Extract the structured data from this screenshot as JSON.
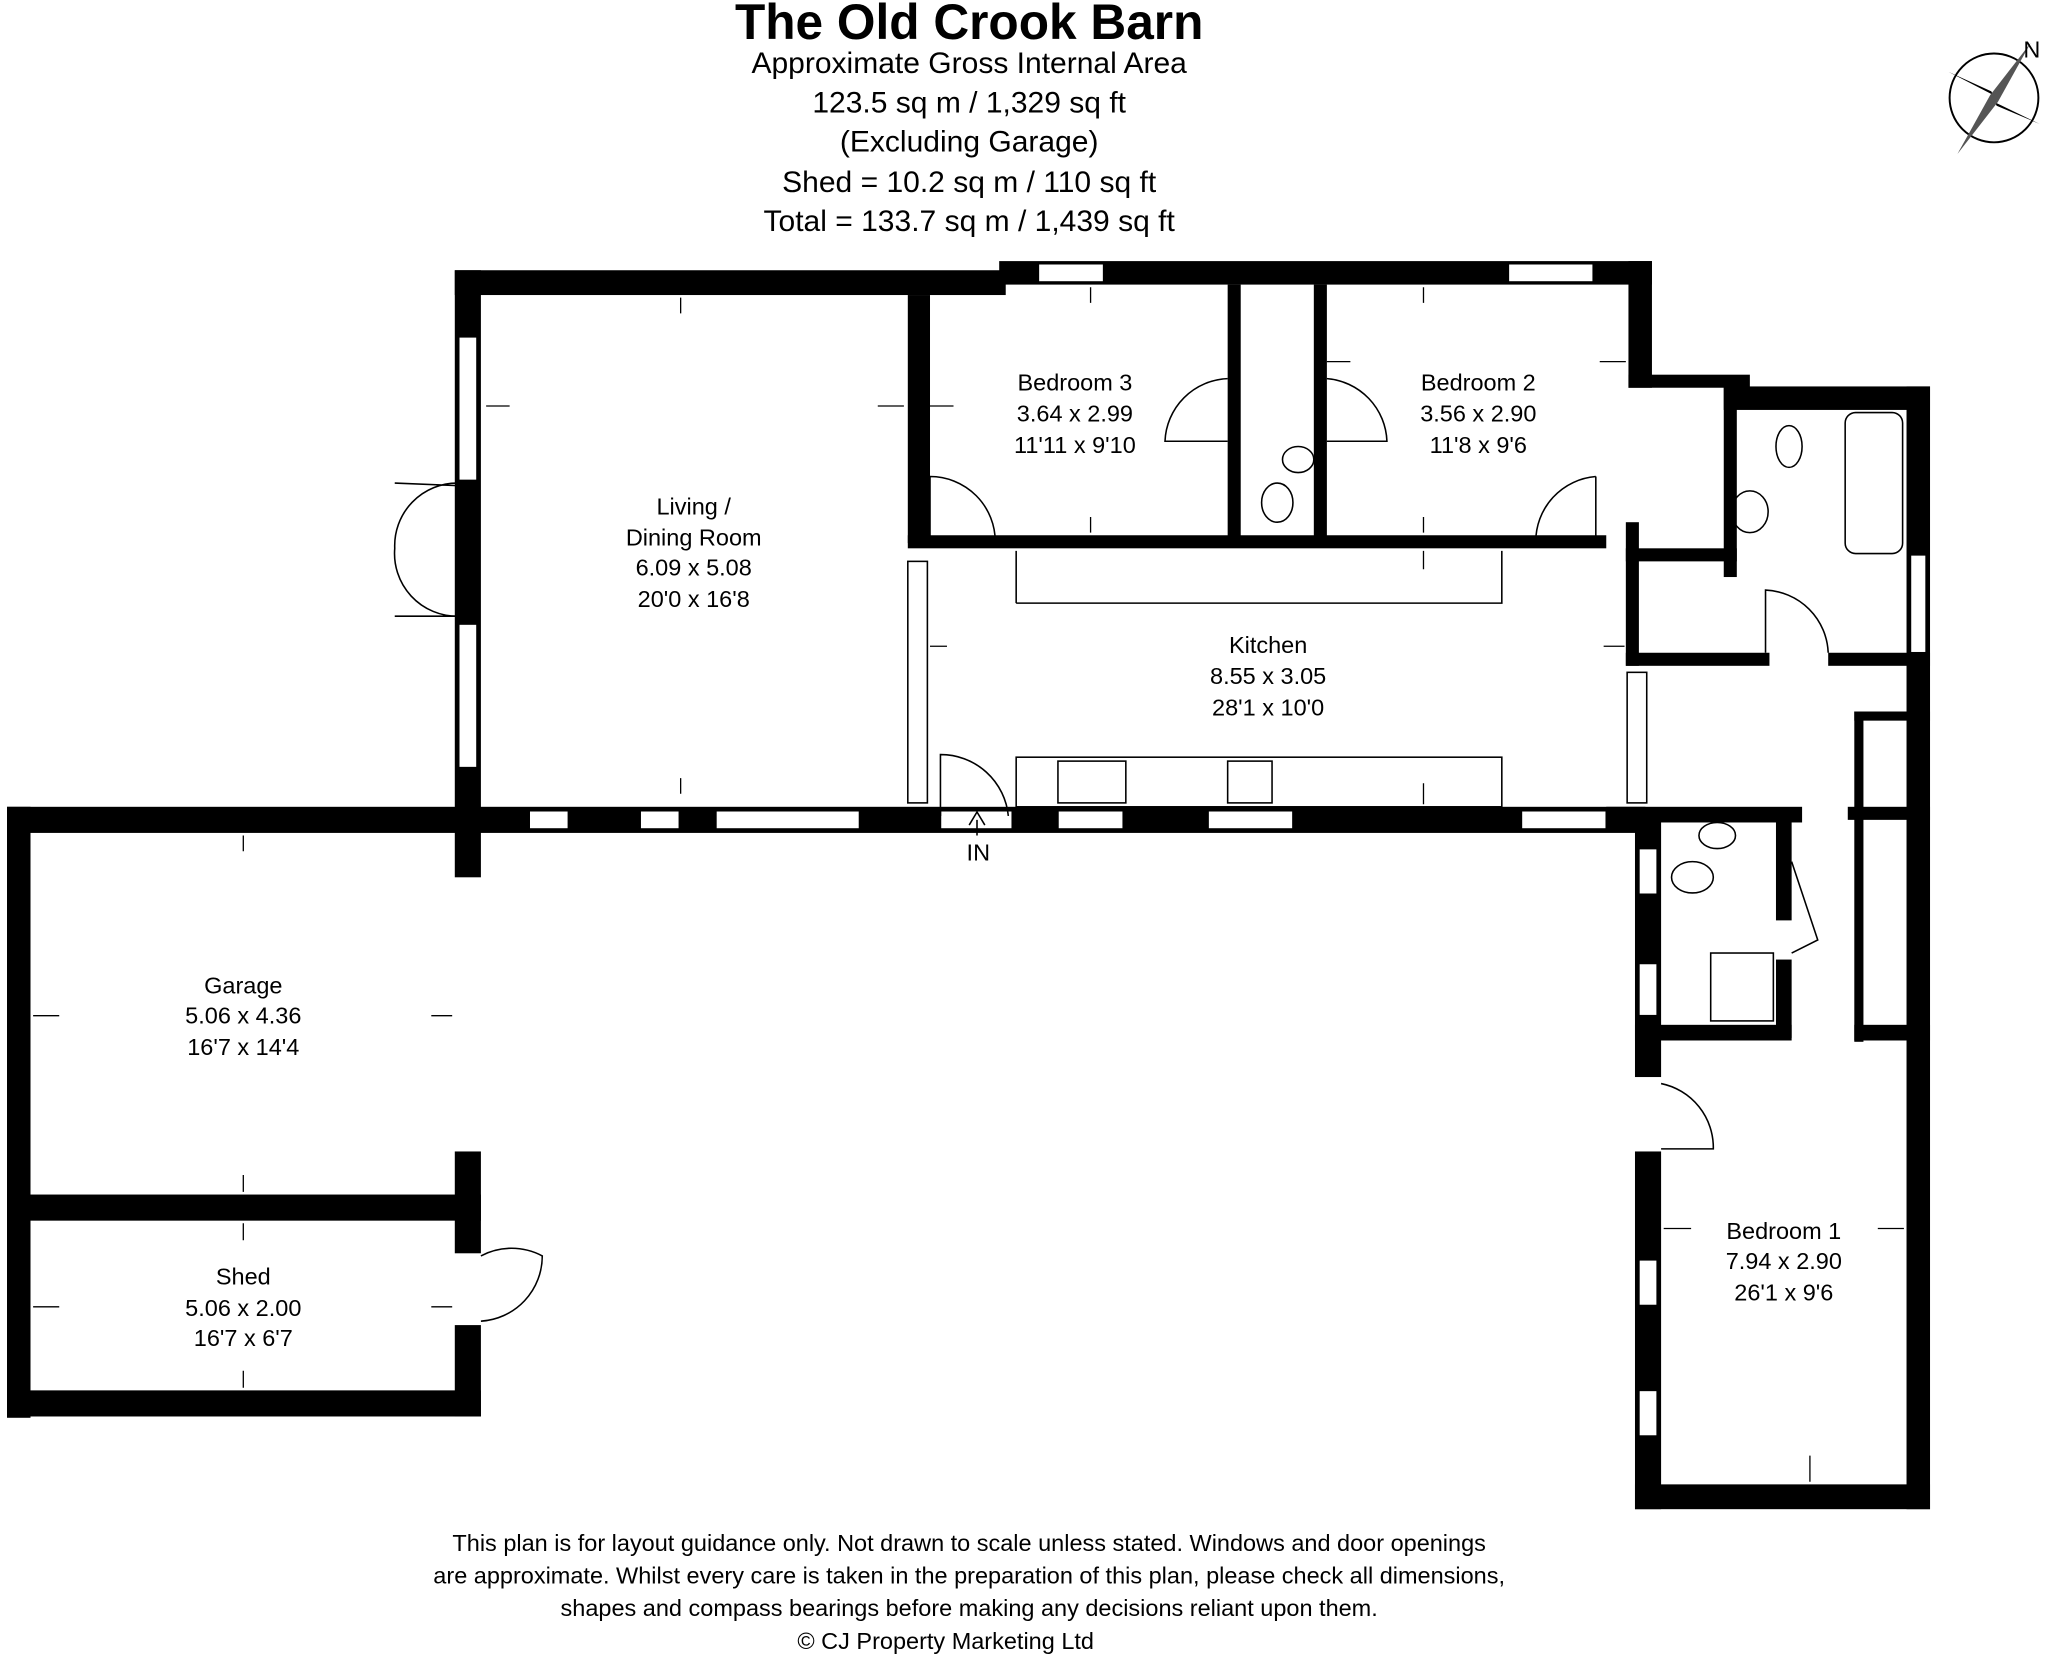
{
  "header": {
    "title": "The Old Crook Barn",
    "lines": [
      "Approximate Gross Internal Area",
      "123.5 sq m / 1,329 sq ft",
      "(Excluding Garage)",
      "Shed = 10.2 sq m / 110 sq ft",
      "Total = 133.7 sq m / 1,439 sq ft"
    ]
  },
  "compass": {
    "label": "N"
  },
  "rooms": {
    "living": {
      "name1": "Living /",
      "name2": "Dining Room",
      "metric": "6.09 x 5.08",
      "imperial": "20'0 x 16'8"
    },
    "bedroom3": {
      "name": "Bedroom 3",
      "metric": "3.64 x 2.99",
      "imperial": "11'11 x 9'10"
    },
    "bedroom2": {
      "name": "Bedroom 2",
      "metric": "3.56 x 2.90",
      "imperial": "11'8 x 9'6"
    },
    "kitchen": {
      "name": "Kitchen",
      "metric": "8.55 x 3.05",
      "imperial": "28'1 x 10'0"
    },
    "garage": {
      "name": "Garage",
      "metric": "5.06 x 4.36",
      "imperial": "16'7 x 14'4"
    },
    "shed": {
      "name": "Shed",
      "metric": "5.06 x 2.00",
      "imperial": "16'7 x 6'7"
    },
    "bedroom1": {
      "name": "Bedroom 1",
      "metric": "7.94 x 2.90",
      "imperial": "26'1 x 9'6"
    }
  },
  "entrance": {
    "label": "IN"
  },
  "footer": {
    "lines": [
      "This plan is for layout guidance only. Not drawn to scale unless stated. Windows and door openings",
      "are approximate. Whilst every care is taken in the preparation of this plan, please check all dimensions,",
      "shapes and compass bearings before making any decisions reliant upon them.",
      "© CJ Property Marketing Ltd"
    ]
  }
}
